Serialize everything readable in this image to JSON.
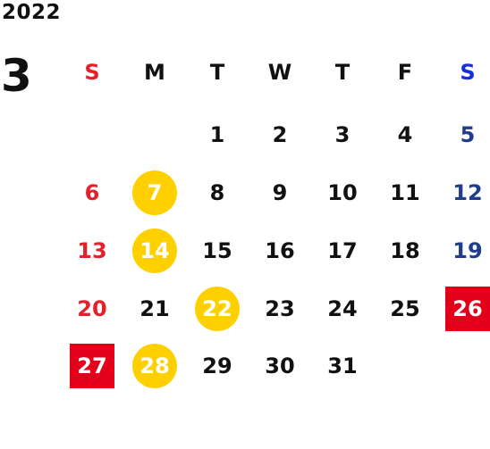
{
  "calendar": {
    "year": "2022",
    "month": "3",
    "weekdays": [
      "S",
      "M",
      "T",
      "W",
      "T",
      "F",
      "S"
    ],
    "weeks": [
      [
        "",
        "",
        "1",
        "2",
        "3",
        "4",
        "5"
      ],
      [
        "6",
        "7",
        "8",
        "9",
        "10",
        "11",
        "12"
      ],
      [
        "13",
        "14",
        "15",
        "16",
        "17",
        "18",
        "19"
      ],
      [
        "20",
        "21",
        "22",
        "23",
        "24",
        "25",
        "26"
      ],
      [
        "27",
        "28",
        "29",
        "30",
        "31",
        "",
        ""
      ]
    ],
    "highlight_circle_days": [
      "7",
      "14",
      "22",
      "28"
    ],
    "highlight_square_days": [
      "26",
      "27"
    ]
  },
  "colors": {
    "sunday": "#e4202a",
    "saturday_header": "#1530d8",
    "saturday": "#1f3c8d",
    "circle_highlight": "#ffd000",
    "square_highlight": "#e3001b",
    "text": "#111111"
  }
}
